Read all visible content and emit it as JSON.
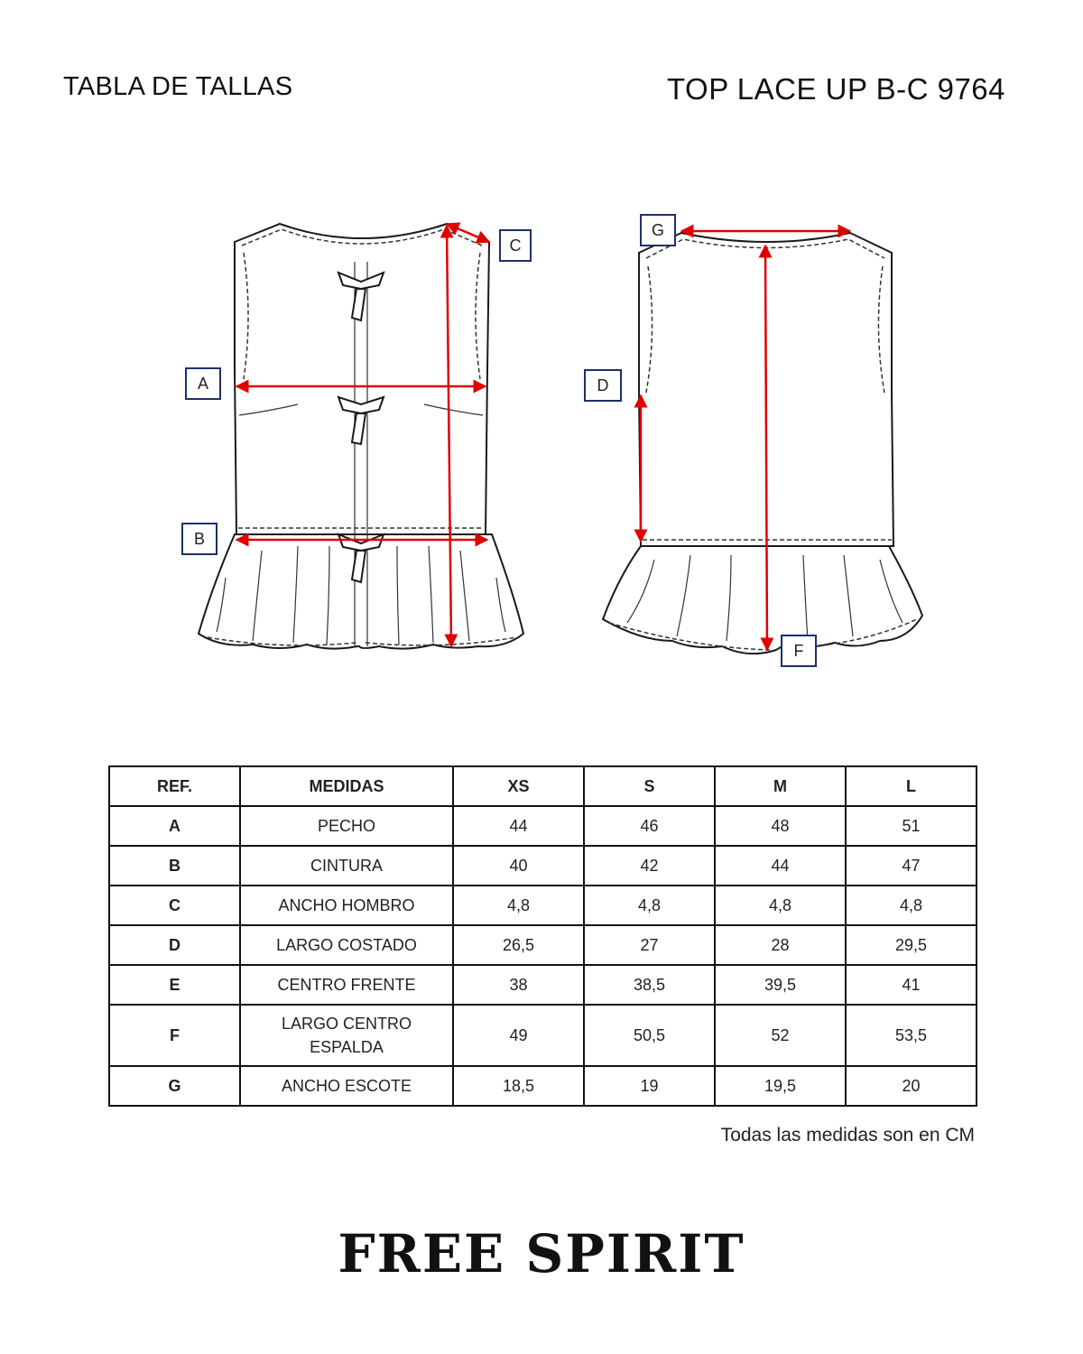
{
  "header": {
    "left_title": "TABLA DE TALLAS",
    "right_title": "TOP LACE UP B-C 9764"
  },
  "diagram": {
    "labels": [
      "A",
      "B",
      "C",
      "D",
      "F",
      "G"
    ],
    "measure_color": "#e00000",
    "label_border_color": "#1f2f6b"
  },
  "table": {
    "headers": [
      "REF.",
      "MEDIDAS",
      "XS",
      "S",
      "M",
      "L"
    ],
    "rows": [
      {
        "ref": "A",
        "name": "PECHO",
        "values": [
          "44",
          "46",
          "48",
          "51"
        ]
      },
      {
        "ref": "B",
        "name": "CINTURA",
        "values": [
          "40",
          "42",
          "44",
          "47"
        ]
      },
      {
        "ref": "C",
        "name": "ANCHO HOMBRO",
        "values": [
          "4,8",
          "4,8",
          "4,8",
          "4,8"
        ]
      },
      {
        "ref": "D",
        "name": "LARGO COSTADO",
        "values": [
          "26,5",
          "27",
          "28",
          "29,5"
        ]
      },
      {
        "ref": "E",
        "name": "CENTRO FRENTE",
        "values": [
          "38",
          "38,5",
          "39,5",
          "41"
        ]
      },
      {
        "ref": "F",
        "name": "LARGO CENTRO ESPALDA",
        "values": [
          "49",
          "50,5",
          "52",
          "53,5"
        ]
      },
      {
        "ref": "G",
        "name": "ANCHO ESCOTE",
        "values": [
          "18,5",
          "19",
          "19,5",
          "20"
        ]
      }
    ]
  },
  "note": "Todas las medidas son en CM",
  "brand": "FREE SPIRIT"
}
